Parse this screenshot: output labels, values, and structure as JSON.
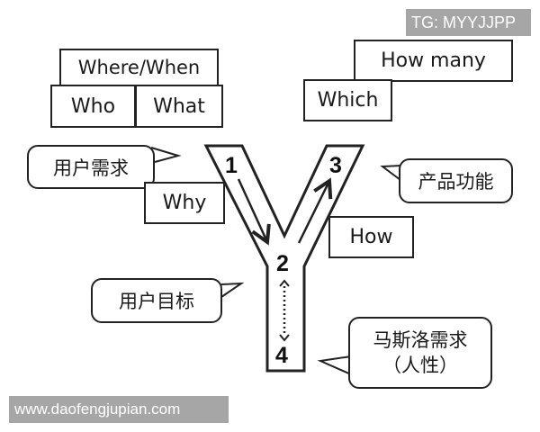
{
  "watermarks": {
    "top_right": "TG: MYYJJPP",
    "bottom_left": "www.daofengjupian.com"
  },
  "left_boxes": {
    "where_when": "Where/When",
    "who": "Who",
    "what": "What",
    "why": "Why"
  },
  "right_boxes": {
    "how_many": "How many",
    "which": "Which",
    "how": "How"
  },
  "bubbles": {
    "user_needs": "用户需求",
    "product_features": "产品功能",
    "user_goals": "用户目标",
    "maslow_line1": "马斯洛需求",
    "maslow_line2": "（人性）"
  },
  "y_diagram": {
    "point_1": "1",
    "point_2": "2",
    "point_3": "3",
    "point_4": "4",
    "stroke_color": "#222222"
  }
}
